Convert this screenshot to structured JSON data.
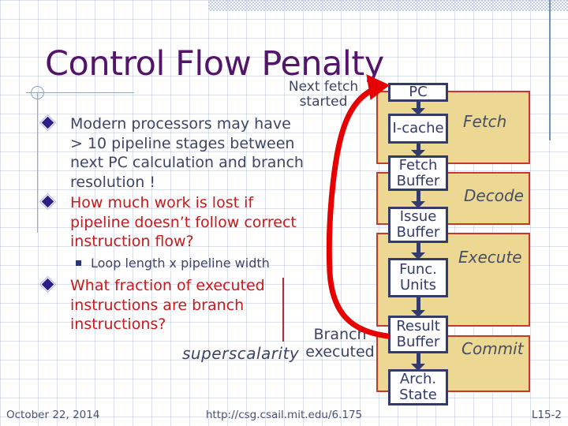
{
  "title": "Control Flow Penalty",
  "bullets": [
    {
      "text": "Modern processors may have\n> 10 pipeline stages between\nnext PC calculation and branch\nresolution !"
    },
    {
      "text": "How much work is lost if\npipeline doesn’t follow correct\ninstruction flow?"
    },
    {
      "text": "Loop length x pipeline width"
    },
    {
      "text": "What fraction of executed\ninstructions are branch\ninstructions?"
    }
  ],
  "annotations": {
    "next_fetch": "Next fetch\nstarted",
    "branch_executed": "Branch\nexecuted",
    "superscalarity": "superscalarity"
  },
  "diagram": {
    "boxes": [
      {
        "label": "PC"
      },
      {
        "label": "I-cache"
      },
      {
        "label": "Fetch\nBuffer"
      },
      {
        "label": "Issue\nBuffer"
      },
      {
        "label": "Func.\nUnits"
      },
      {
        "label": "Result\nBuffer"
      },
      {
        "label": "Arch.\nState"
      }
    ],
    "stages": [
      {
        "label": "Fetch"
      },
      {
        "label": "Decode"
      },
      {
        "label": "Execute"
      },
      {
        "label": "Commit"
      }
    ]
  },
  "footer": {
    "date": "October 22, 2014",
    "url": "http://csg.csail.mit.edu/6.175",
    "page": "L15-2"
  },
  "colors": {
    "title": "#53156a",
    "body_text": "#3d4464",
    "emphasis_text": "#c81a1a",
    "panel_fill": "#ecd793",
    "panel_border": "#c5392b",
    "box_border": "#323b6b",
    "redirect_arrow": "#e60000"
  }
}
